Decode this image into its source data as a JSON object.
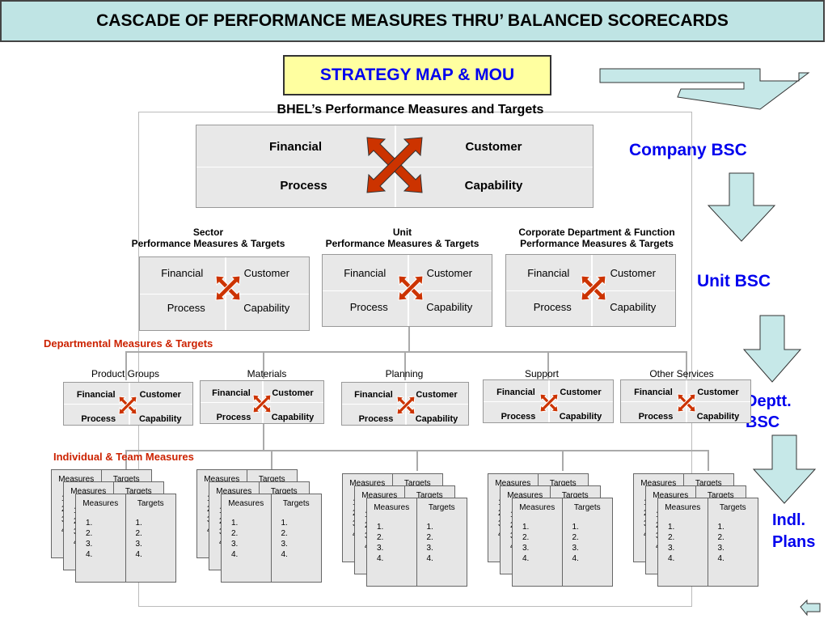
{
  "title": "CASCADE OF PERFORMANCE MEASURES THRU’ BALANCED SCORECARDS",
  "strategy_box": "STRATEGY MAP & MOU",
  "main_chart_title": "BHEL’s Performance Measures and Targets",
  "bsc_labels": {
    "financial": "Financial",
    "customer": "Customer",
    "process": "Process",
    "capability": "Capability"
  },
  "levels": {
    "company": "Company BSC",
    "unit": "Unit BSC",
    "deptt": "Deptt. BSC",
    "indl": "Indl. Plans"
  },
  "second_row": [
    {
      "line1": "Sector",
      "line2": "Performance Measures & Targets"
    },
    {
      "line1": "Unit",
      "line2": "Performance Measures & Targets"
    },
    {
      "line1": "Corporate Department & Function",
      "line2": "Performance Measures & Targets"
    }
  ],
  "departmental_label": "Departmental Measures & Targets",
  "departments": [
    "Product Groups",
    "Materials",
    "Planning",
    "Support",
    "Other Services"
  ],
  "individual_label": "Individual & Team Measures",
  "sheet": {
    "measures": "Measures",
    "targets": "Targets",
    "items": [
      "1.",
      "2.",
      "3.",
      "4."
    ]
  },
  "colors": {
    "title_bg": "#bfe4e4",
    "strategy_bg": "#ffffa0",
    "level_text": "#0000ee",
    "section_text": "#cc2200",
    "arrow_fill": "#c6e8e8",
    "cross": "#cc3300"
  }
}
